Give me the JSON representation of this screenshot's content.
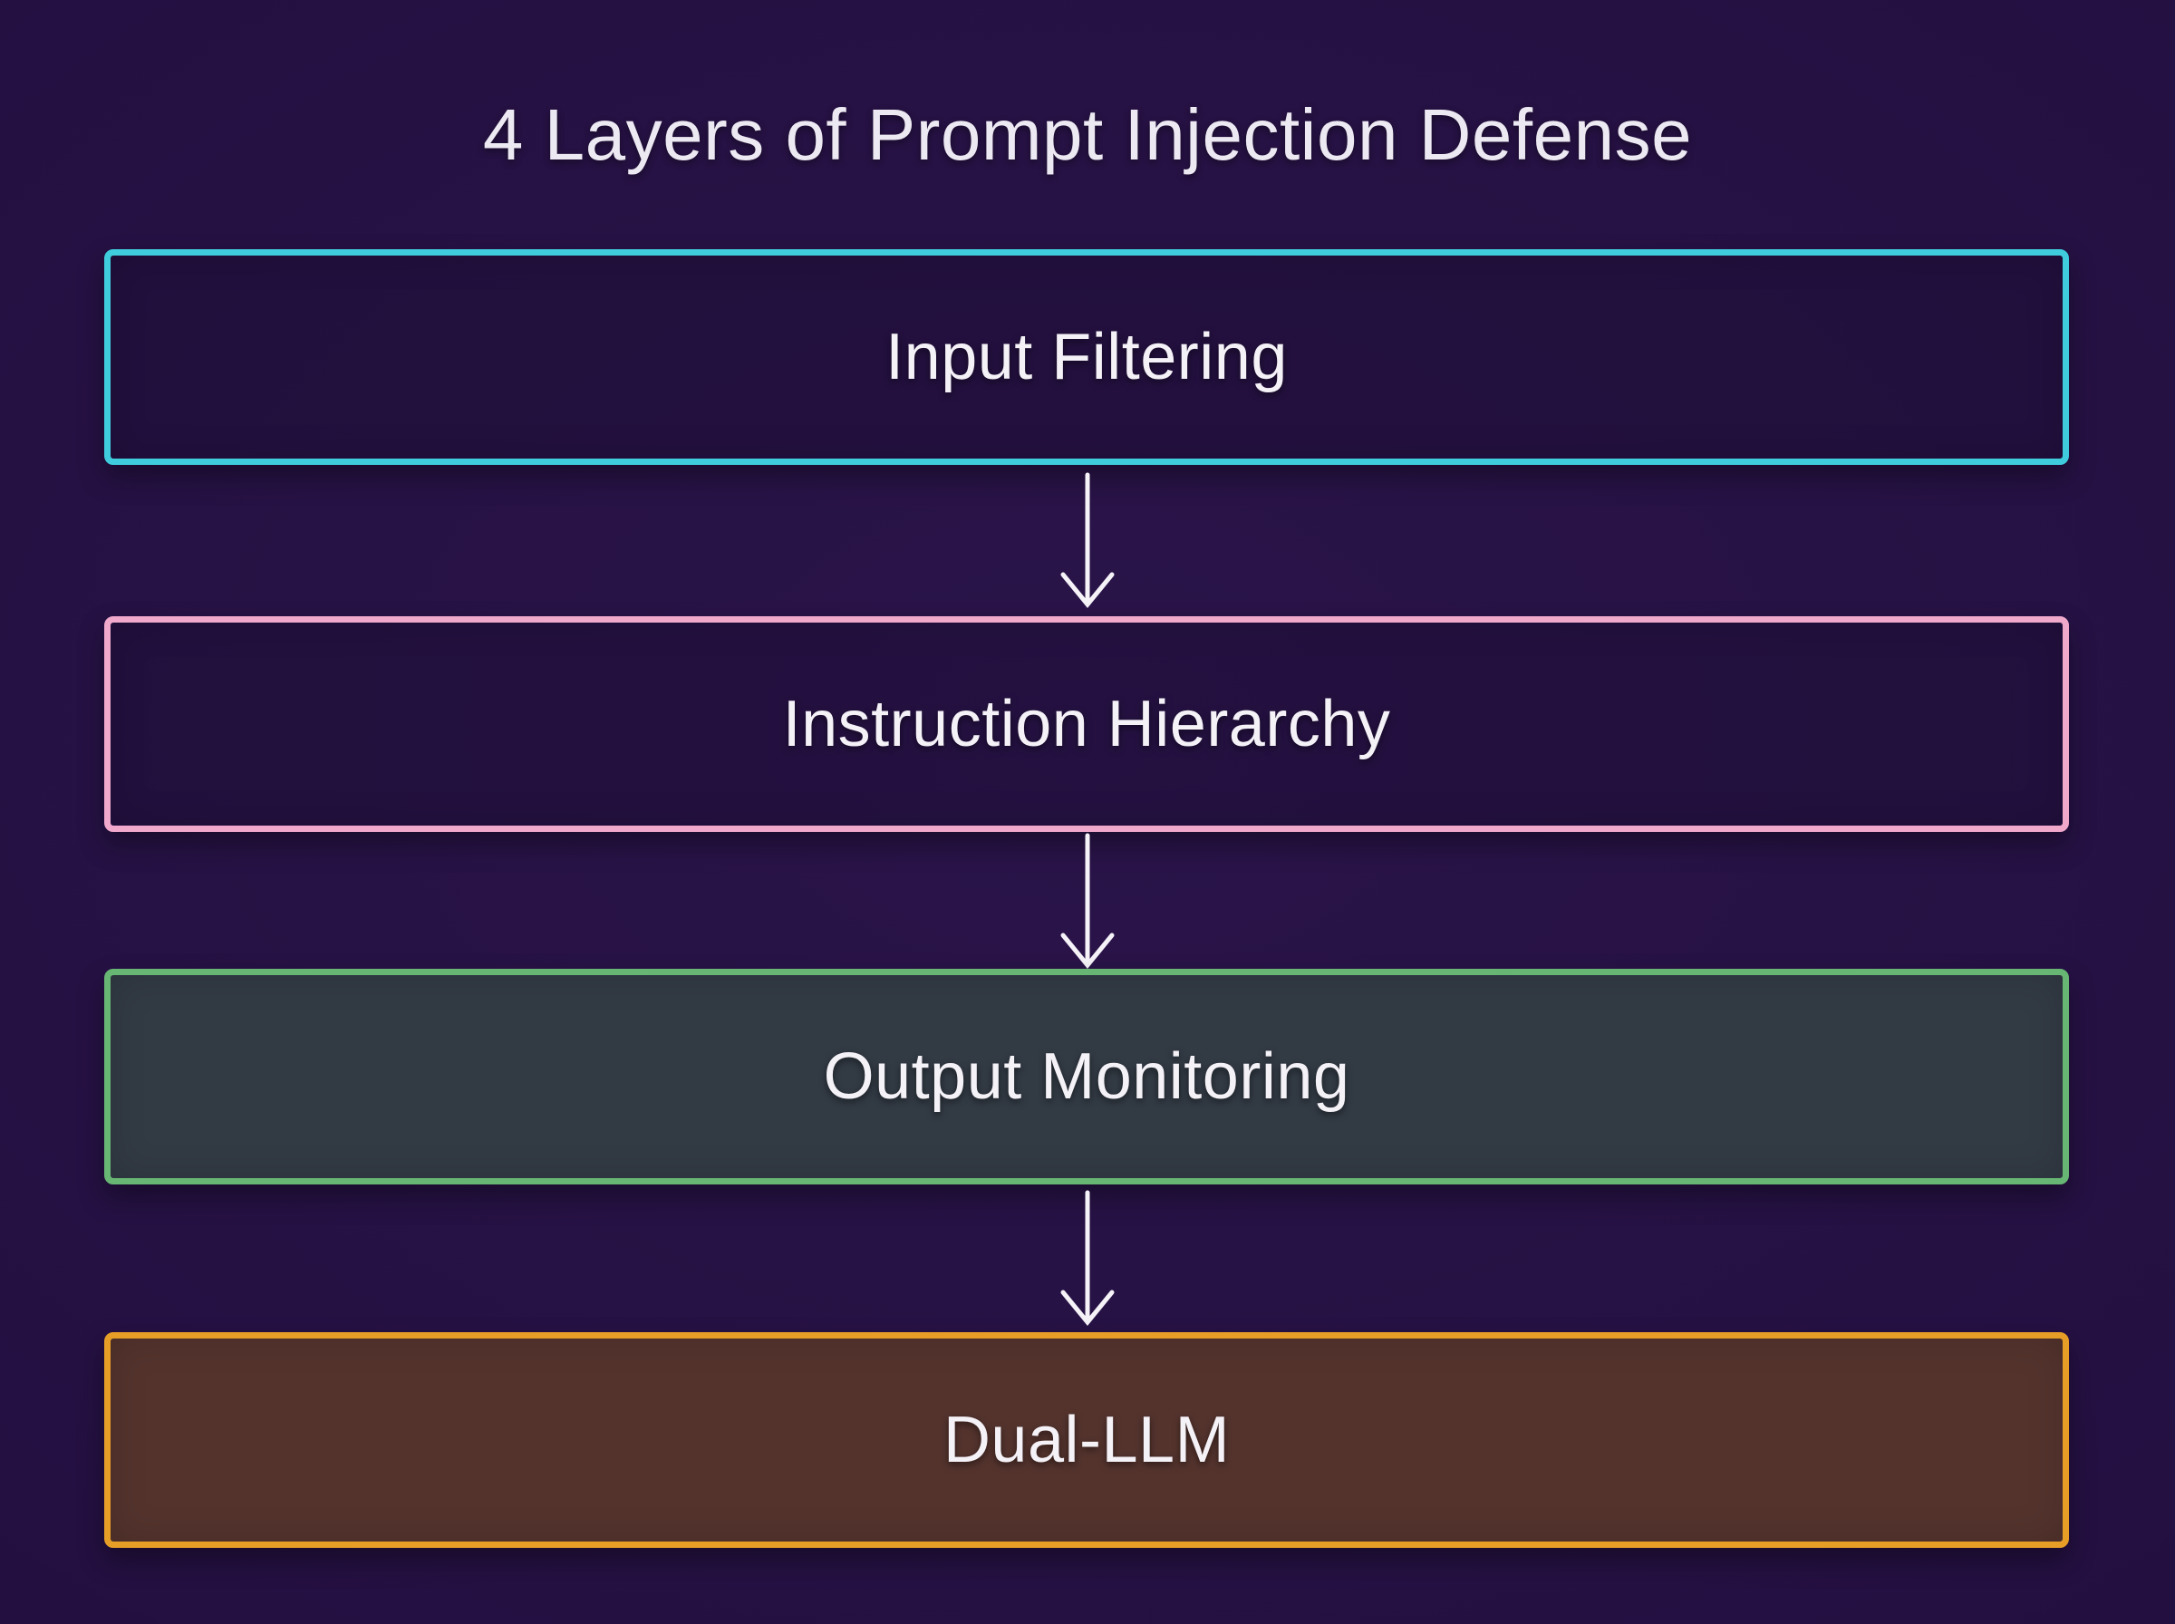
{
  "title": "4 Layers of Prompt Injection Defense",
  "layers": [
    {
      "id": "input-filtering",
      "label": "Input Filtering",
      "border_color": "#3fccdd",
      "fill_color": "rgba(16,8,36,0.22)"
    },
    {
      "id": "instruction-hierarchy",
      "label": "Instruction Hierarchy",
      "border_color": "#f0a8cb",
      "fill_color": "rgba(16,8,36,0.22)"
    },
    {
      "id": "output-monitoring",
      "label": "Output Monitoring",
      "border_color": "#68b674",
      "fill_color": "#323a44"
    },
    {
      "id": "dual-llm",
      "label": "Dual-LLM",
      "border_color": "#e69e27",
      "fill_color": "#54332d"
    }
  ],
  "arrow": {
    "color": "#f5f2f8"
  },
  "colors": {
    "background": "#241041",
    "title_text": "#ece9f2",
    "label_text": "#f4f1f7"
  }
}
